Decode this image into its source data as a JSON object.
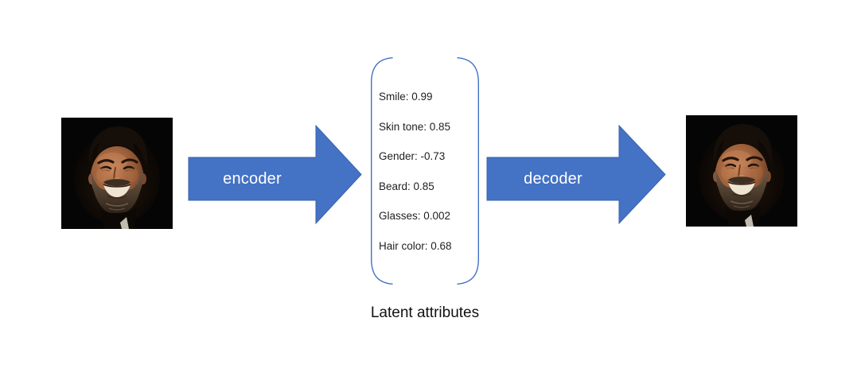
{
  "diagram": {
    "title": "Autoencoder latent attributes diagram",
    "background_color": "#ffffff",
    "accent_blue": "#4472C4",
    "arrow_text_color": "#ffffff",
    "body_text_color": "#1f1f1f"
  },
  "encoder": {
    "label": "encoder"
  },
  "decoder": {
    "label": "decoder"
  },
  "latent": {
    "caption": "Latent attributes",
    "attributes": [
      "Smile: 0.99",
      "Skin tone: 0.85",
      "Gender: -0.73",
      "Beard: 0.85",
      "Glasses: 0.002",
      "Hair color: 0.68"
    ],
    "attribute_pairs": [
      {
        "name": "Smile",
        "value": 0.99
      },
      {
        "name": "Skin tone",
        "value": 0.85
      },
      {
        "name": "Gender",
        "value": -0.73
      },
      {
        "name": "Beard",
        "value": 0.85
      },
      {
        "name": "Glasses",
        "value": 0.002
      },
      {
        "name": "Hair color",
        "value": 0.68
      }
    ]
  },
  "images": {
    "input_description": "portrait photo of smiling bearded man on black background",
    "output_description": "portrait photo of smiling bearded man on black background"
  }
}
